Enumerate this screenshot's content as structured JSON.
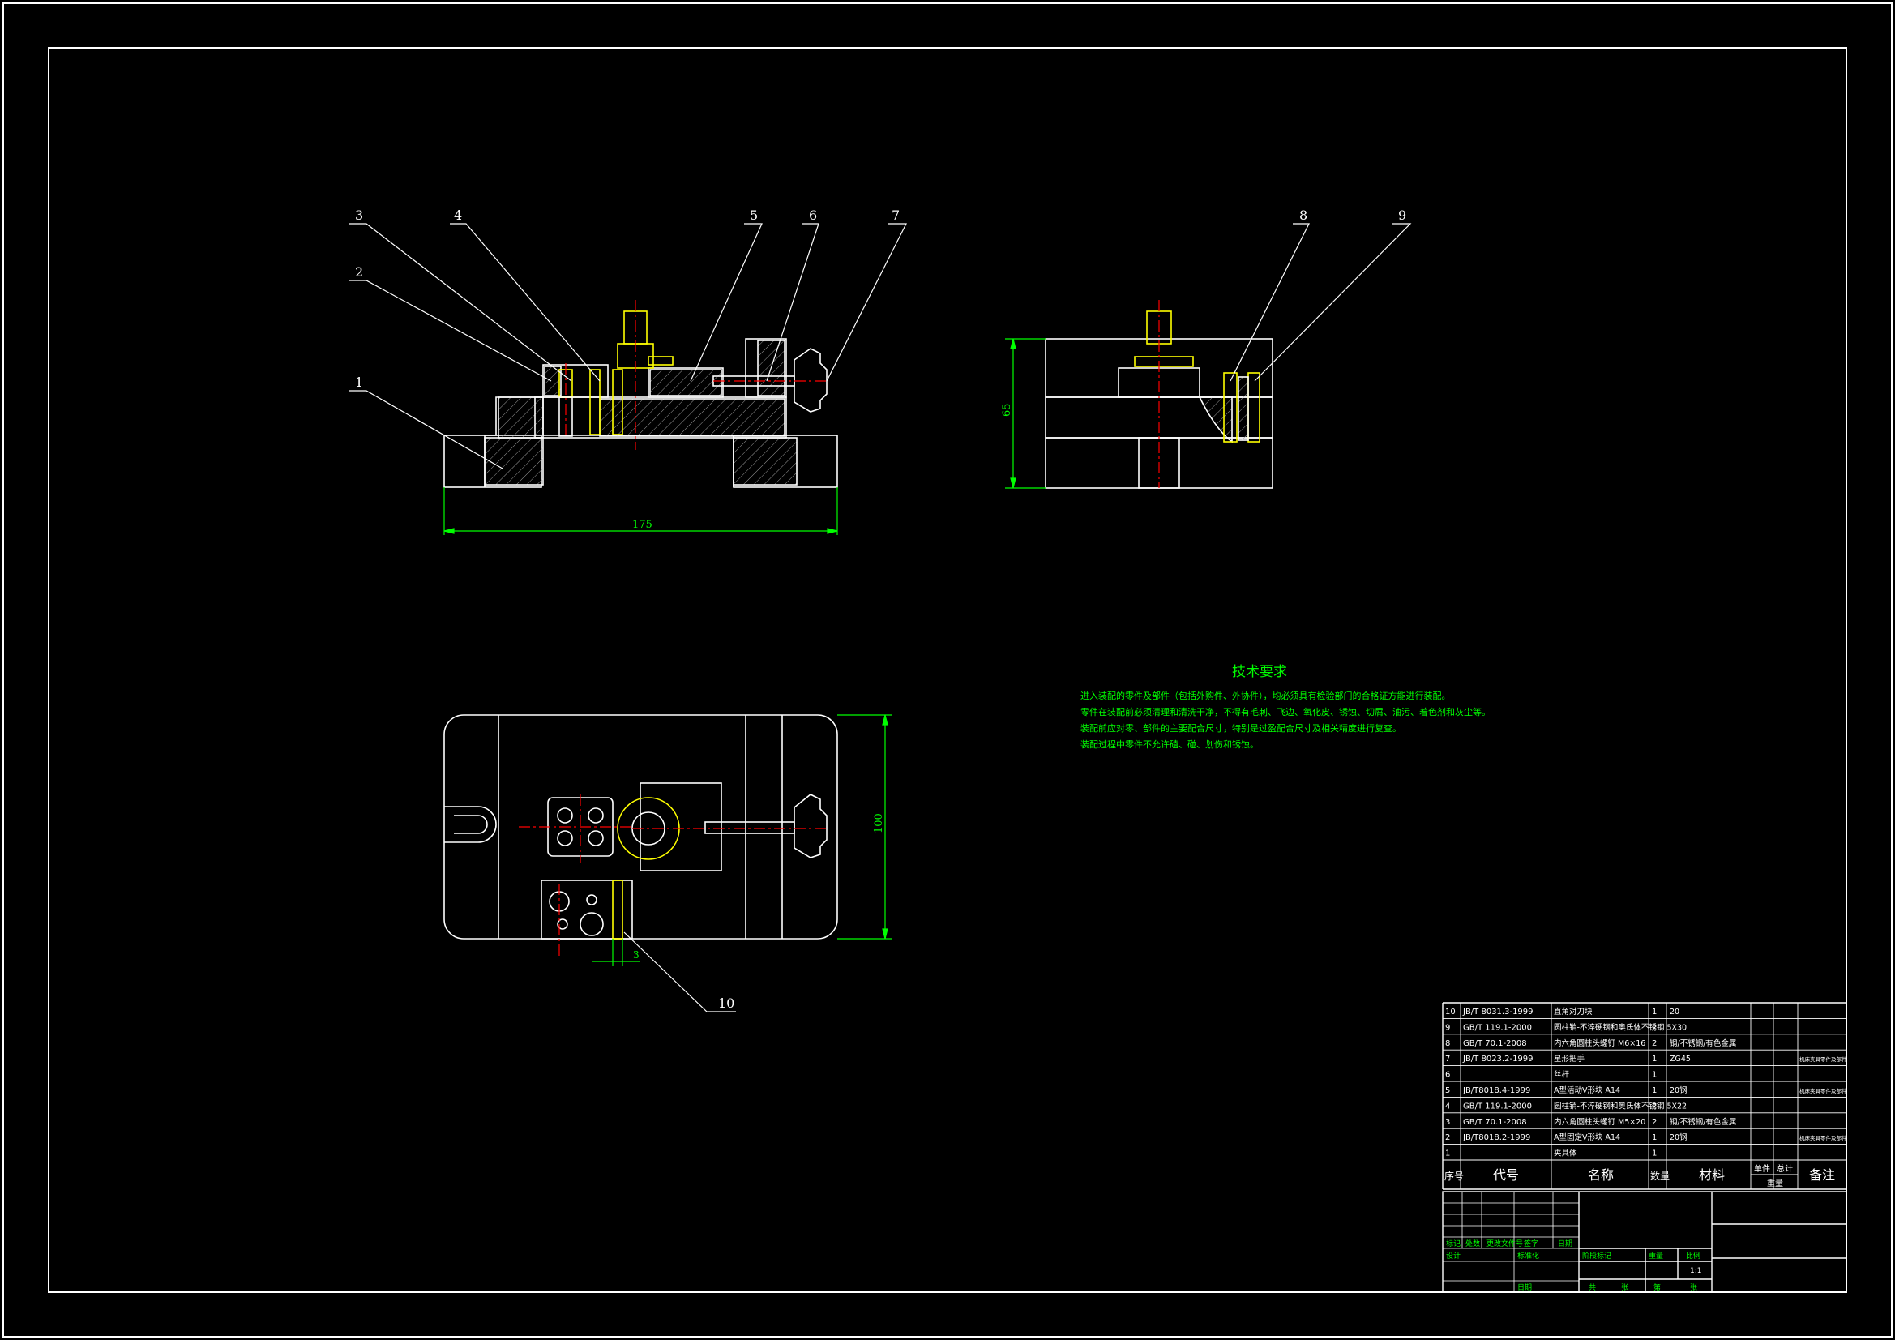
{
  "balloons": [
    "1",
    "2",
    "3",
    "4",
    "5",
    "6",
    "7",
    "8",
    "9",
    "10"
  ],
  "dimensions": {
    "front_width": "175",
    "side_height": "65",
    "top_height": "100",
    "top_small": "3"
  },
  "tech_req": {
    "title": "技术要求",
    "lines": [
      "进入装配的零件及部件（包括外购件、外协件），均必须具有检验部门的合格证方能进行装配。",
      "零件在装配前必须清理和清洗干净，不得有毛刺、飞边、氧化皮、锈蚀、切屑、油污、着色剂和灰尘等。",
      "装配前应对零、部件的主要配合尺寸，特别是过盈配合尺寸及相关精度进行复查。",
      "装配过程中零件不允许磕、碰、划伤和锈蚀。"
    ]
  },
  "bom": {
    "rows": [
      {
        "no": "10",
        "code": "JB/T 8031.3-1999",
        "name": "直角对刀块",
        "qty": "1",
        "material": "20",
        "note": ""
      },
      {
        "no": "9",
        "code": "GB/T 119.1-2000",
        "name": "圆柱销-不淬硬钢和奥氏体不锈钢 5X30",
        "qty": "2",
        "material": "",
        "note": ""
      },
      {
        "no": "8",
        "code": "GB/T 70.1-2008",
        "name": "内六角圆柱头螺钉 M6×16",
        "qty": "2",
        "material": "钢/不锈钢/有色金属",
        "note": ""
      },
      {
        "no": "7",
        "code": "JB/T 8023.2-1999",
        "name": "星形把手",
        "qty": "1",
        "material": "ZG45",
        "note": "机床夹具零件及部件"
      },
      {
        "no": "6",
        "code": "",
        "name": "丝杆",
        "qty": "1",
        "material": "",
        "note": ""
      },
      {
        "no": "5",
        "code": "JB/T8018.4-1999",
        "name": "A型活动V形块 A14",
        "qty": "1",
        "material": "20钢",
        "note": "机床夹具零件及部件"
      },
      {
        "no": "4",
        "code": "GB/T 119.1-2000",
        "name": "圆柱销-不淬硬钢和奥氏体不锈钢 5X22",
        "qty": "2",
        "material": "",
        "note": ""
      },
      {
        "no": "3",
        "code": "GB/T 70.1-2008",
        "name": "内六角圆柱头螺钉 M5×20",
        "qty": "2",
        "material": "钢/不锈钢/有色金属",
        "note": ""
      },
      {
        "no": "2",
        "code": "JB/T8018.2-1999",
        "name": "A型固定V形块 A14",
        "qty": "1",
        "material": "20钢",
        "note": "机床夹具零件及部件"
      },
      {
        "no": "1",
        "code": "",
        "name": "夹具体",
        "qty": "1",
        "material": "",
        "note": ""
      }
    ],
    "header": {
      "no": "序号",
      "code": "代号",
      "name": "名称",
      "qty": "数量",
      "material": "材料",
      "unit": "单件",
      "total": "总计",
      "weight": "重量",
      "note": "备注"
    }
  },
  "title_block": {
    "labels": [
      "标记",
      "处数",
      "更改文件号",
      "签字",
      "日期",
      "设计",
      "标准化",
      "日期"
    ],
    "right_labels": [
      "阶段标记",
      "重量",
      "比例",
      "共",
      "张",
      "第",
      "张"
    ],
    "scale": "1:1"
  },
  "colors": {
    "frame": "#ffffff",
    "geometry": "#ffffff",
    "leader": "#ffffff",
    "dimension": "#00ff00",
    "hatch": "#aaaaaa",
    "center": "#ff0000",
    "cyan": "#00ffff",
    "yellow": "#ffff00",
    "text_green": "#00ff00"
  }
}
